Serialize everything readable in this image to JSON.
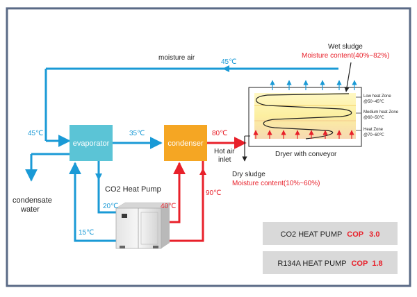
{
  "labels": {
    "moisture_air": "moisture air",
    "temp_45_top": "45℃",
    "temp_45_left": "45℃",
    "temp_35": "35℃",
    "temp_80": "80℃",
    "temp_20": "20℃",
    "temp_15": "15℃",
    "temp_40": "40℃",
    "temp_90": "90℃",
    "evaporator": "evaporator",
    "condenser": "condenser",
    "hot_air_1": "Hot air",
    "hot_air_2": "inlet",
    "pump_title": "CO2  Heat  Pump",
    "condensate_1": "condensate",
    "condensate_2": "water",
    "dryer_caption": "Dryer with conveyor",
    "wet_sludge": "Wet sludge",
    "wet_moisture": "Moisture  content(40%~82%)",
    "dry_sludge": "Dry sludge",
    "dry_moisture": "Moisture  content(10%~60%)",
    "zone_low_1": "Low heat Zone",
    "zone_low_2": "@50~45℃",
    "zone_med_1": "Medium heat Zone",
    "zone_med_2": "@60~50℃",
    "zone_heat_1": "Heat Zone",
    "zone_heat_2": "@70~60℃"
  },
  "cop_boxes": [
    {
      "label": "CO2 HEAT PUMP",
      "cop_label": "COP",
      "cop_value": "3.0"
    },
    {
      "label": "R134A HEAT PUMP",
      "cop_label": "COP",
      "cop_value": "1.8"
    }
  ],
  "colors": {
    "cold_flow": "#1a9ad6",
    "hot_flow": "#e8202a",
    "evaporator": "#5bc4d6",
    "condenser": "#f5a623",
    "frame": "#5a6a86",
    "cop_box": "#d9d9d9",
    "accent_red": "#e8202a"
  }
}
